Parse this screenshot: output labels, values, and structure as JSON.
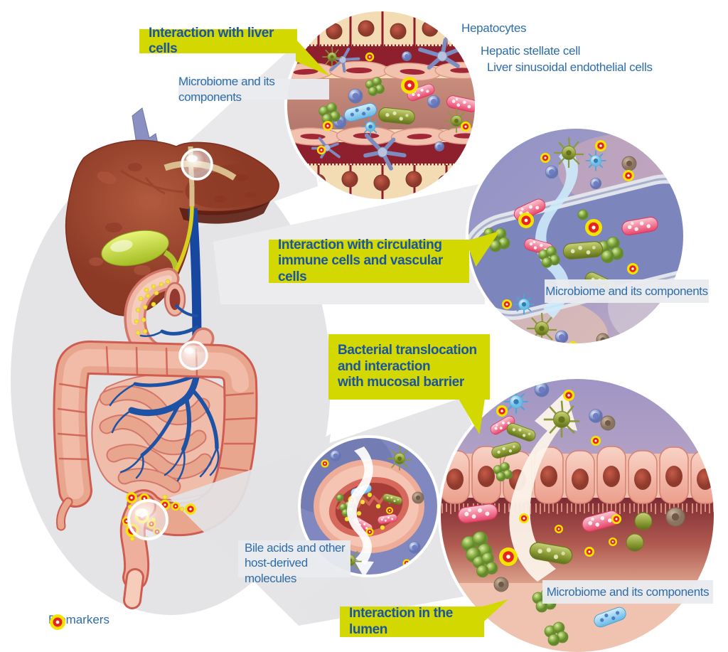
{
  "callouts": {
    "liver_cells": {
      "lines": [
        "Interaction with liver cells"
      ]
    },
    "circulating": {
      "lines": [
        "Interaction with circulating",
        "immune cells and vascular cells"
      ]
    },
    "translocation": {
      "lines": [
        "Bacterial translocation",
        "and interaction",
        "with mucosal barrier"
      ]
    },
    "lumen": {
      "lines": [
        "Interaction in the lumen"
      ]
    }
  },
  "labels": {
    "hepatocytes": "Hepatocytes",
    "stellate_cell": "Hepatic stellate cell",
    "sinusoidal_cells": "Liver sinusoidal endothelial cells",
    "microbiome_top": "Microbiome and its components",
    "microbiome_mid": "Microbiome and its components",
    "microbiome_bottom": "Microbiome and its components",
    "bile_acids": {
      "lines": [
        "Bile acids and other",
        "host-derived molecules"
      ]
    }
  },
  "legend": {
    "biomarkers": "Biomarkers"
  },
  "icons": {
    "biomarker": "concentric yellow-red-white target dot"
  },
  "palette": {
    "callout_yellow": "#d3d800",
    "callout_text_blue": "#1a55a0",
    "label_text_blue": "#2e6da9",
    "label_box_gray": "#eaecef",
    "background_circle_gray": "#e4e4e7",
    "liver_brown": "#9c442f",
    "gallbladder_green": "#b5cc2e",
    "vein_blue": "#1a4da1",
    "intestine_salmon": "#e8a68f",
    "intestine_outline": "#cf5c50",
    "biomarker_yellow": "#f6e400",
    "biomarker_red": "#e62320",
    "vessel_purple": "#8d92c6"
  }
}
